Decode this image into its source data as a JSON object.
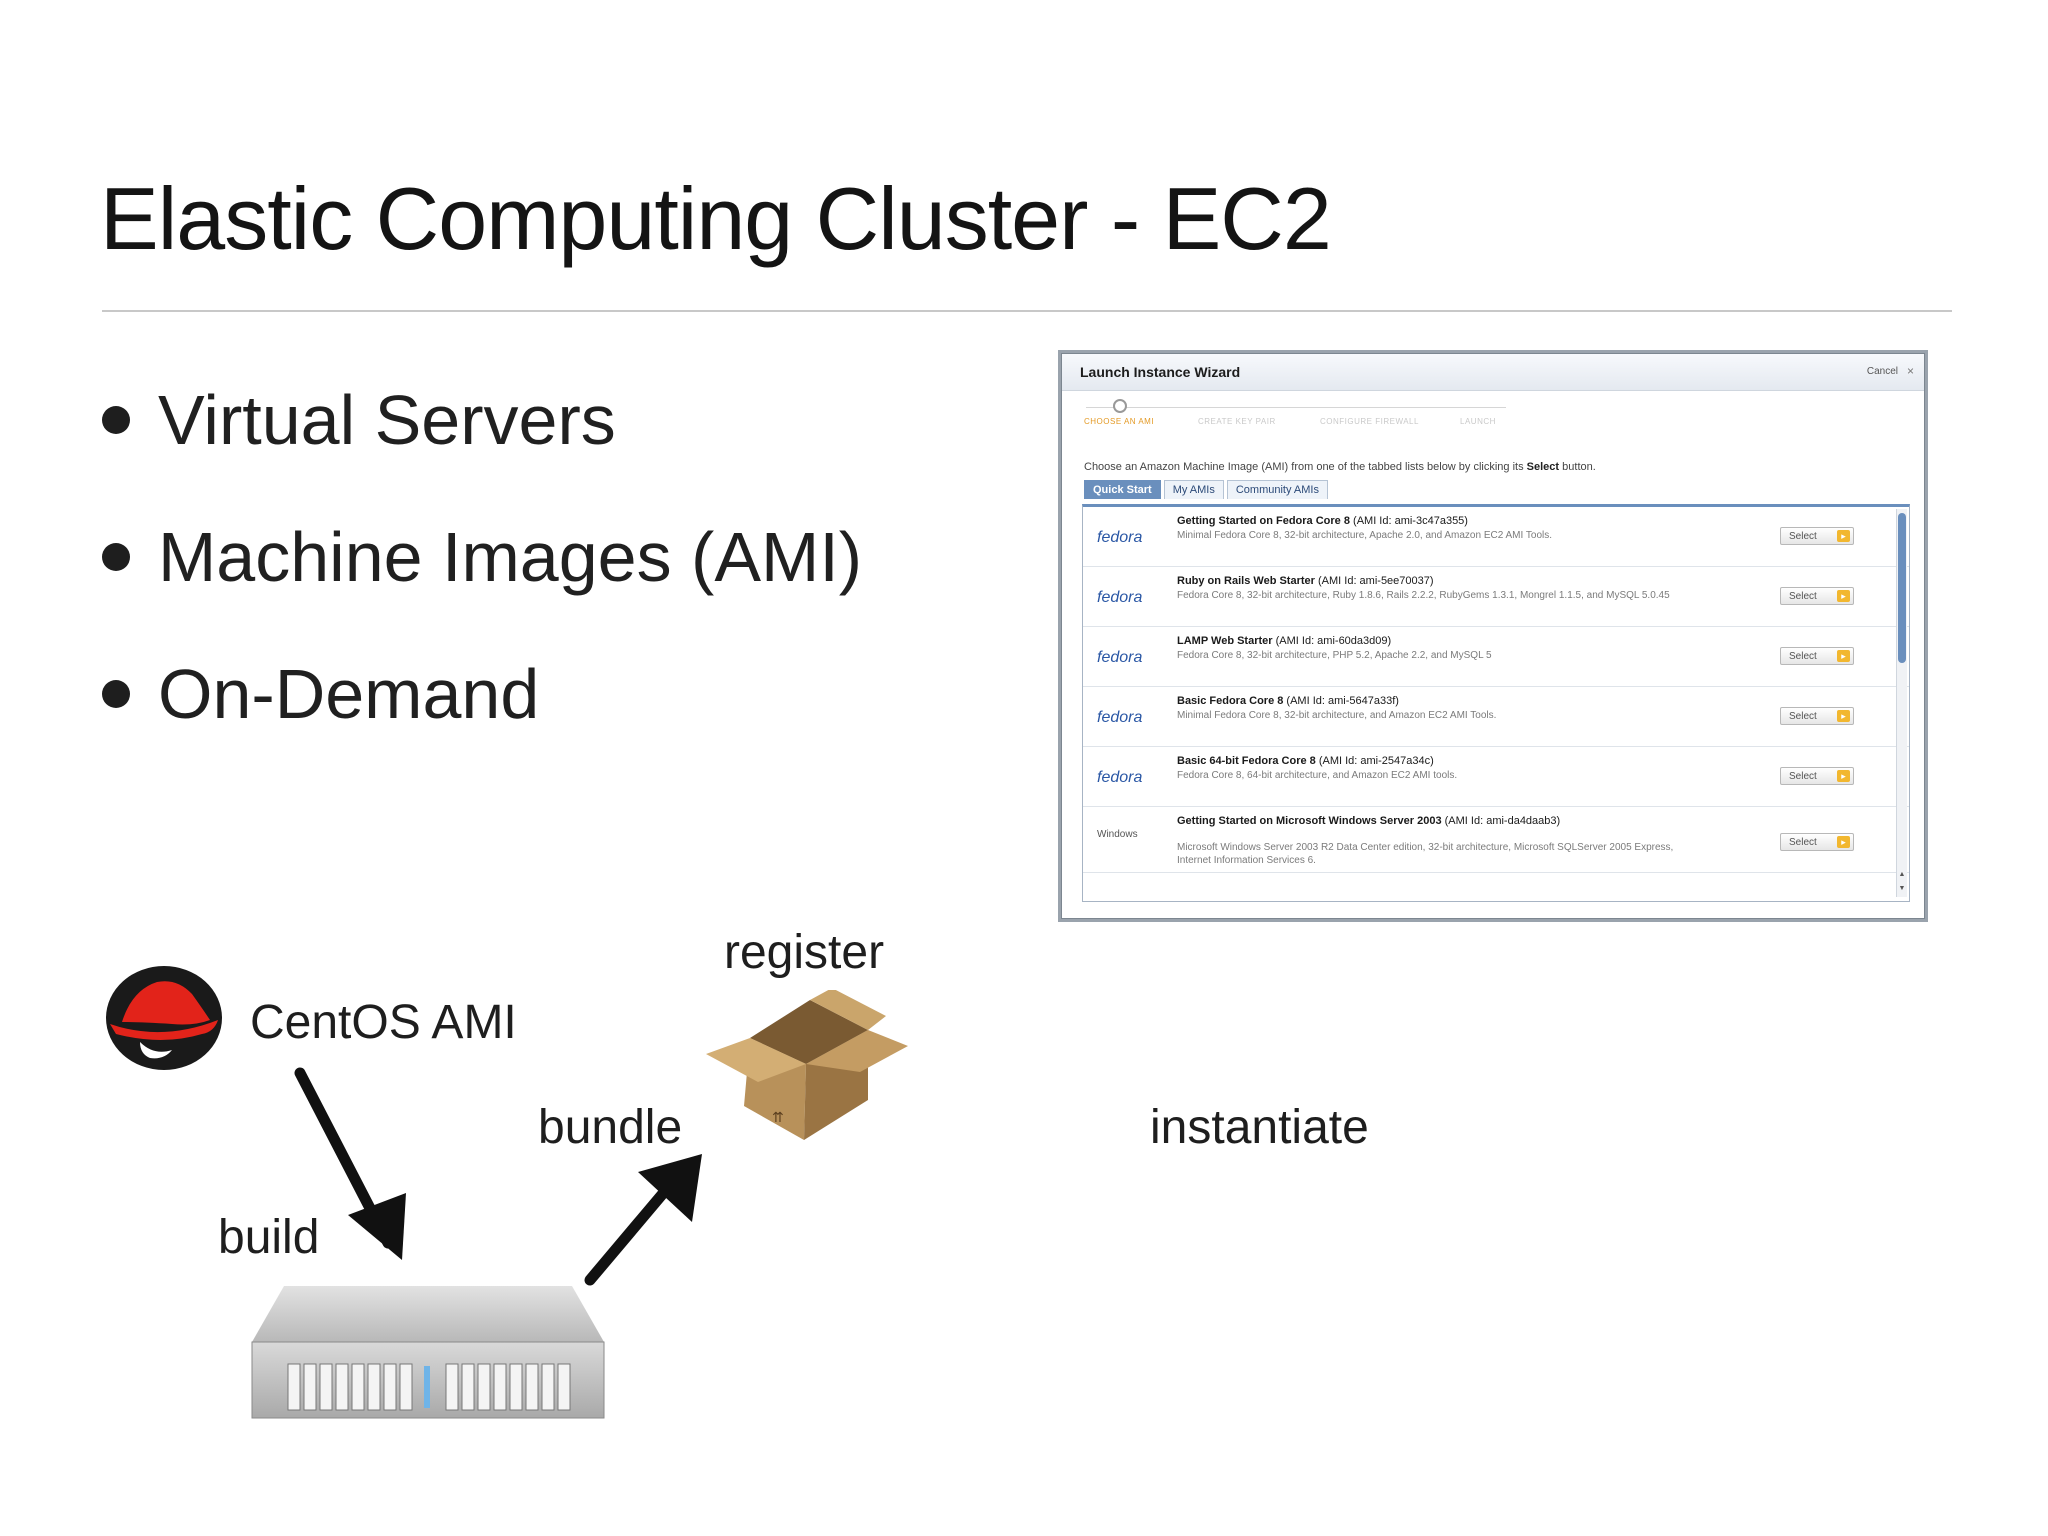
{
  "slide": {
    "title": "Elastic Computing Cluster - EC2"
  },
  "bullets": [
    "Virtual Servers",
    "Machine Images (AMI)",
    "On-Demand"
  ],
  "diagram": {
    "centos_label": "CentOS AMI",
    "build_label": "build",
    "bundle_label": "bundle",
    "register_label": "register",
    "instantiate_label": "instantiate"
  },
  "wizard": {
    "title": "Launch Instance Wizard",
    "cancel": "Cancel",
    "close": "×",
    "steps": [
      "CHOOSE AN AMI",
      "CREATE KEY PAIR",
      "CONFIGURE FIREWALL",
      "LAUNCH"
    ],
    "description_prefix": "Choose an Amazon Machine Image (AMI) from one of the tabbed lists below by clicking its ",
    "description_bold": "Select",
    "description_suffix": " button.",
    "tabs": [
      "Quick Start",
      "My AMIs",
      "Community AMIs"
    ],
    "select_label": "Select",
    "items": [
      {
        "logo": "fedora",
        "name": "Getting Started on Fedora Core 8",
        "ami": " (AMI Id: ami-3c47a355)",
        "desc": "Minimal Fedora Core 8, 32-bit architecture, Apache 2.0, and Amazon EC2 AMI Tools."
      },
      {
        "logo": "fedora",
        "name": "Ruby on Rails Web Starter",
        "ami": " (AMI Id: ami-5ee70037)",
        "desc": "Fedora Core 8, 32-bit architecture, Ruby 1.8.6, Rails 2.2.2, RubyGems 1.3.1, Mongrel 1.1.5, and MySQL 5.0.45"
      },
      {
        "logo": "fedora",
        "name": "LAMP Web Starter",
        "ami": " (AMI Id: ami-60da3d09)",
        "desc": "Fedora Core 8, 32-bit architecture, PHP 5.2, Apache 2.2, and MySQL 5"
      },
      {
        "logo": "fedora",
        "name": "Basic Fedora Core 8",
        "ami": " (AMI Id: ami-5647a33f)",
        "desc": "Minimal Fedora Core 8, 32-bit architecture, and Amazon EC2 AMI Tools."
      },
      {
        "logo": "fedora",
        "name": "Basic 64-bit Fedora Core 8",
        "ami": " (AMI Id: ami-2547a34c)",
        "desc": "Fedora Core 8, 64-bit architecture, and Amazon EC2 AMI tools."
      },
      {
        "logo": "Windows",
        "name": "Getting Started on Microsoft Windows Server 2003",
        "ami": " (AMI Id: ami-da4daab3)",
        "desc": "Microsoft Windows Server 2003 R2 Data Center edition, 32-bit architecture, Microsoft SQLServer 2005 Express, Internet Information Services 6."
      }
    ]
  }
}
